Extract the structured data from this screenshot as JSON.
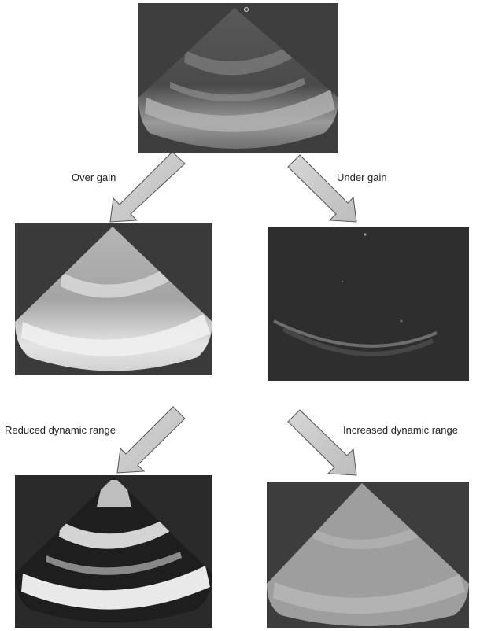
{
  "labels": {
    "over_gain": "Over gain",
    "under_gain": "Under gain",
    "reduced_dynamic_range": "Reduced dynamic range",
    "increased_dynamic_range": "Increased dynamic range"
  },
  "colors": {
    "background": "#ffffff",
    "panel_dark": "#3a3a3a",
    "arrow_fill": "#c8c8c8",
    "arrow_stroke": "#555555"
  }
}
